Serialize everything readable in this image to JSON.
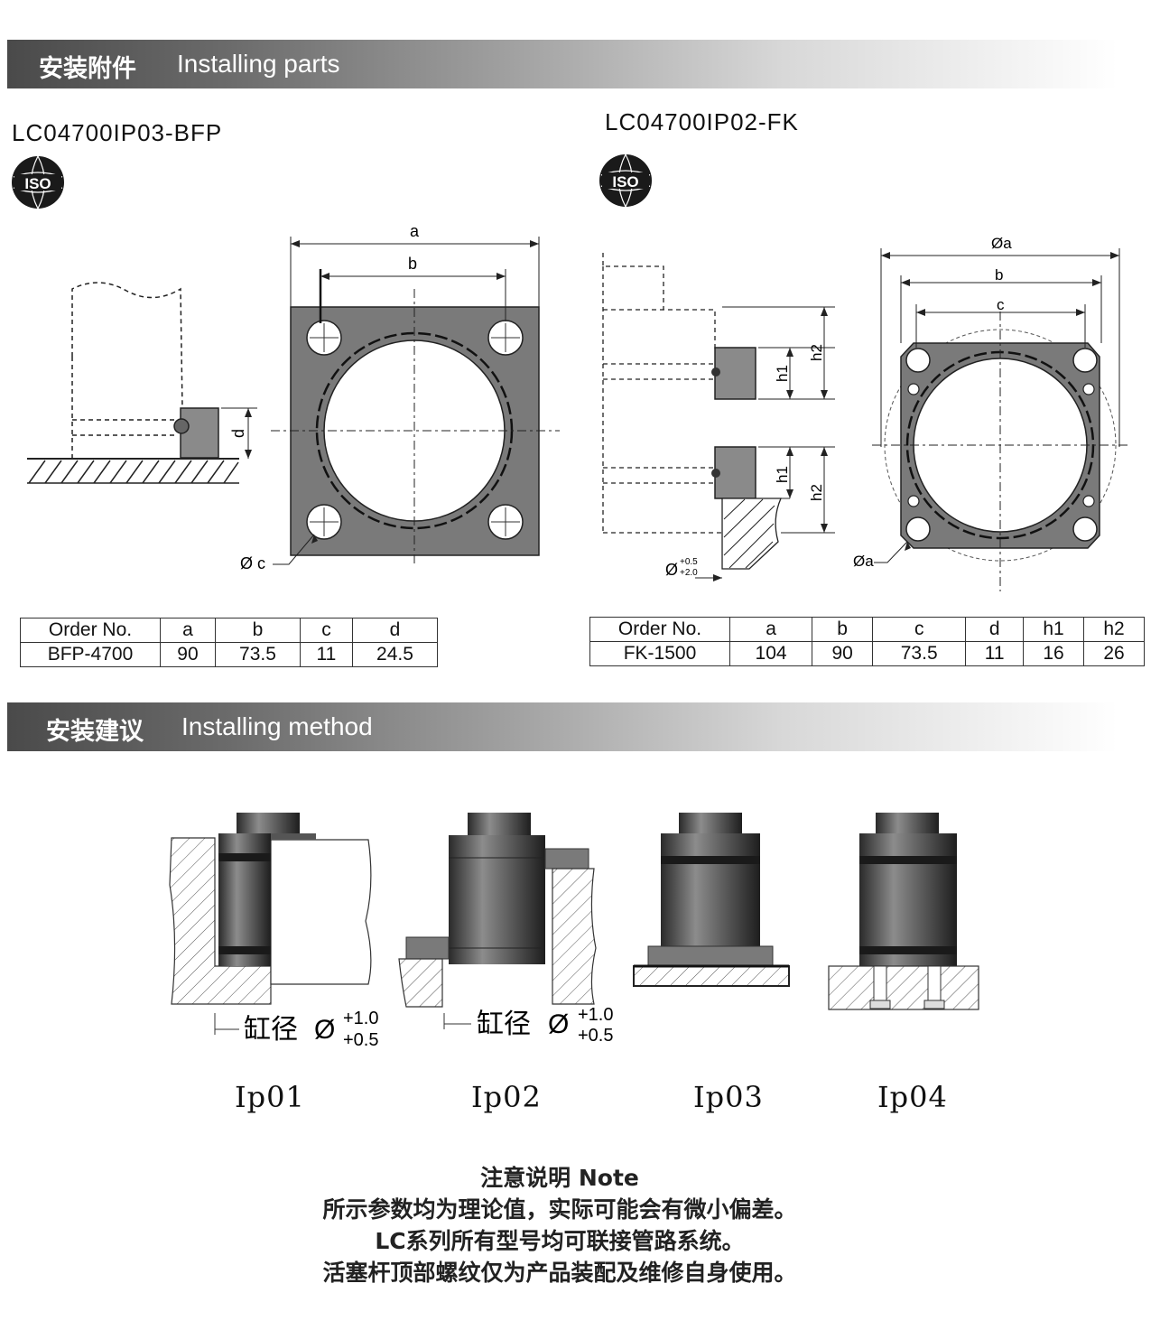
{
  "section1": {
    "cn": "安装附件",
    "en": "Installing parts"
  },
  "section2": {
    "cn": "安装建议",
    "en": "Installing method"
  },
  "left_part": {
    "model": "LC04700IP03-BFP",
    "iso_badge": "ISO",
    "dims": {
      "a": "a",
      "b": "b",
      "c": "Ø c",
      "d": "d"
    },
    "table": {
      "headers": [
        "Order No.",
        "a",
        "b",
        "c",
        "d"
      ],
      "row": [
        "BFP-4700",
        "90",
        "73.5",
        "11",
        "24.5"
      ]
    }
  },
  "right_part": {
    "model": "LC04700IP02-FK",
    "iso_badge": "ISO",
    "dims": {
      "a": "Øa",
      "b": "b",
      "c": "c",
      "h1": "h1",
      "h2": "h2",
      "a_small": "Øa",
      "tol": "Ø",
      "tol_hi": "+0.5",
      "tol_lo": "+2.0"
    },
    "table": {
      "headers": [
        "Order No.",
        "a",
        "b",
        "c",
        "d",
        "h1",
        "h2"
      ],
      "row": [
        "FK-1500",
        "104",
        "90",
        "73.5",
        "11",
        "16",
        "26"
      ]
    }
  },
  "methods": {
    "bore_label": "缸径",
    "dia_symbol": "Ø",
    "tol_upper": "+1.0",
    "tol_lower": "+0.5",
    "labels": [
      "Ip01",
      "Ip02",
      "Ip03",
      "Ip04"
    ]
  },
  "note": {
    "title": "注意说明 Note",
    "line1": "所示参数均为理论值，实际可能会有微小偏差。",
    "line2": "LC系列所有型号均可联接管路系统。",
    "line3": "活塞杆顶部螺纹仅为产品装配及维修自身使用。"
  },
  "colors": {
    "plate": "#7a7a7a",
    "cylinder_dark": "#2e2e2e",
    "cylinder_mid": "#8a8a8a",
    "band": "#1a1a1a"
  }
}
